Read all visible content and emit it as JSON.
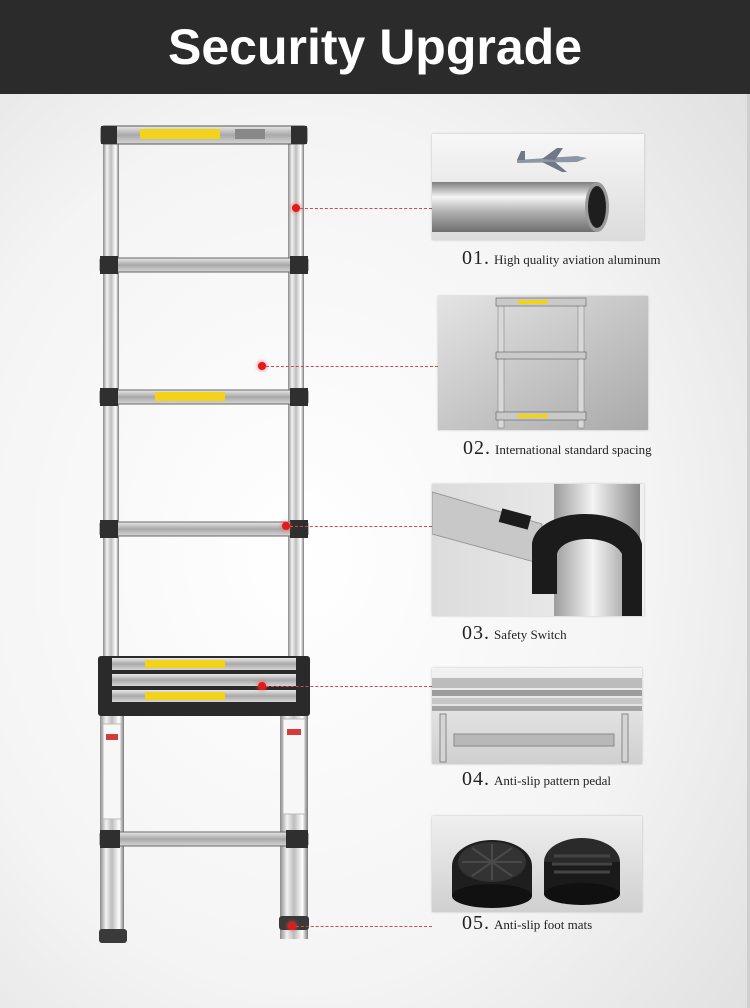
{
  "header": {
    "title": "Security Upgrade"
  },
  "features": [
    {
      "number": "01.",
      "text": "High quality aviation aluminum",
      "image_icon": "aluminum-tube-airplane"
    },
    {
      "number": "02.",
      "text": "International standard spacing",
      "image_icon": "ladder-rungs"
    },
    {
      "number": "03.",
      "text": "Safety Switch",
      "image_icon": "safety-switch-clamp"
    },
    {
      "number": "04.",
      "text": "Anti-slip pattern pedal",
      "image_icon": "pattern-pedal"
    },
    {
      "number": "05.",
      "text": "Anti-slip foot mats",
      "image_icon": "rubber-foot-mats"
    }
  ],
  "colors": {
    "header_bg": "#2b2b2b",
    "accent_dot": "#e01b1b",
    "label_yellow": "#f2d21b"
  }
}
